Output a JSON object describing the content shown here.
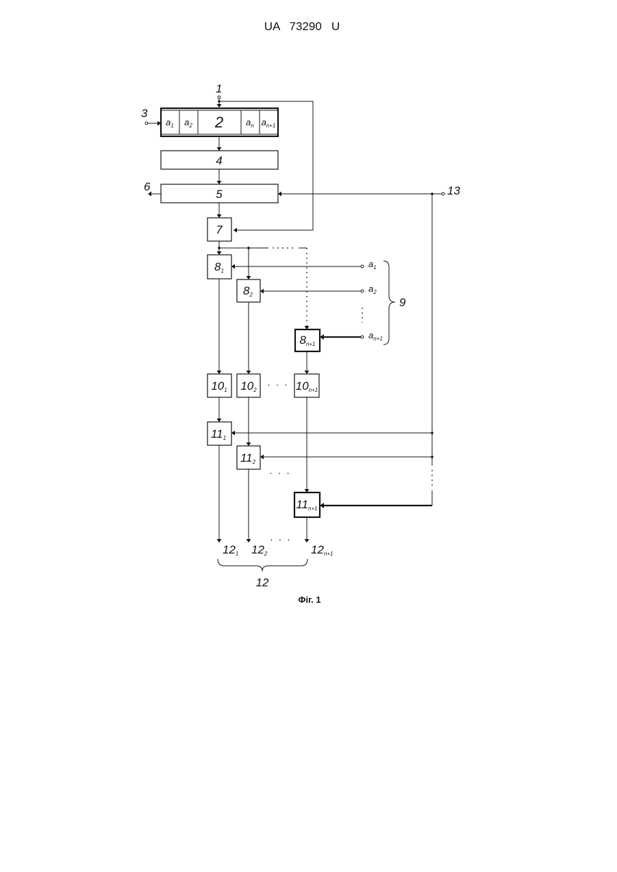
{
  "header": {
    "doc_id": "UA   73290   U"
  },
  "labels": {
    "input_1": "1",
    "register_2": "2",
    "input_3": "3",
    "block_4": "4",
    "block_5": "5",
    "output_6": "6",
    "block_7": "7",
    "group_9": "9",
    "group_12": "12",
    "input_13": "13"
  },
  "register_cells": [
    {
      "main": "a",
      "sub": "1"
    },
    {
      "main": "a",
      "sub": "2"
    },
    {
      "main": "a",
      "sub": "n"
    },
    {
      "main": "a",
      "sub": "n+1"
    }
  ],
  "blocks_8": [
    {
      "main": "8",
      "sub": "1"
    },
    {
      "main": "8",
      "sub": "2"
    },
    {
      "main": "8",
      "sub": "n+1"
    }
  ],
  "blocks_10": [
    {
      "main": "10",
      "sub": "1"
    },
    {
      "main": "10",
      "sub": "2"
    },
    {
      "main": "10",
      "sub": "n+1"
    }
  ],
  "blocks_11": [
    {
      "main": "11",
      "sub": "1"
    },
    {
      "main": "11",
      "sub": "2"
    },
    {
      "main": "11",
      "sub": "n+1"
    }
  ],
  "inputs_9": [
    {
      "main": "a",
      "sub": "1"
    },
    {
      "main": "a",
      "sub": "2"
    },
    {
      "main": "a",
      "sub": "n+1"
    }
  ],
  "outputs_12": [
    {
      "main": "12",
      "sub": "1"
    },
    {
      "main": "12",
      "sub": "2"
    },
    {
      "main": "12",
      "sub": "n+1"
    }
  ],
  "ellipsis": "· · ·",
  "caption": "Фіг. 1"
}
